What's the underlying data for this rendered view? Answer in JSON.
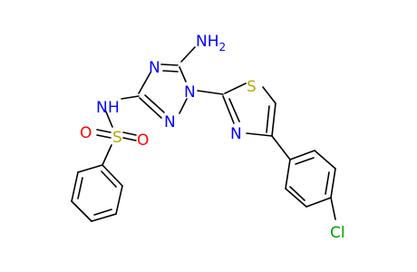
{
  "molecule": {
    "atom_labels": [
      {
        "id": "nh2",
        "text": "NH",
        "sub": "2",
        "color": "#0000ff"
      },
      {
        "id": "n_tri_top",
        "text": "N",
        "color": "#0000ff"
      },
      {
        "id": "n_sulfonamide",
        "text": "N",
        "color": "#0000ff"
      },
      {
        "id": "h_sulfonamide",
        "text": "H",
        "color": "#0000ff"
      },
      {
        "id": "n1_tri",
        "text": "N",
        "color": "#0000ff"
      },
      {
        "id": "n2_tri",
        "text": "N",
        "color": "#0000ff"
      },
      {
        "id": "s_thiazole",
        "text": "S",
        "color": "#b8a800"
      },
      {
        "id": "n_thiazole",
        "text": "N",
        "color": "#0000ff"
      },
      {
        "id": "o_left",
        "text": "O",
        "color": "#ff0000"
      },
      {
        "id": "s_sulfonyl",
        "text": "S",
        "color": "#b8a800"
      },
      {
        "id": "o_right",
        "text": "O",
        "color": "#ff0000"
      },
      {
        "id": "cl",
        "text": "Cl",
        "color": "#00a000"
      }
    ]
  }
}
